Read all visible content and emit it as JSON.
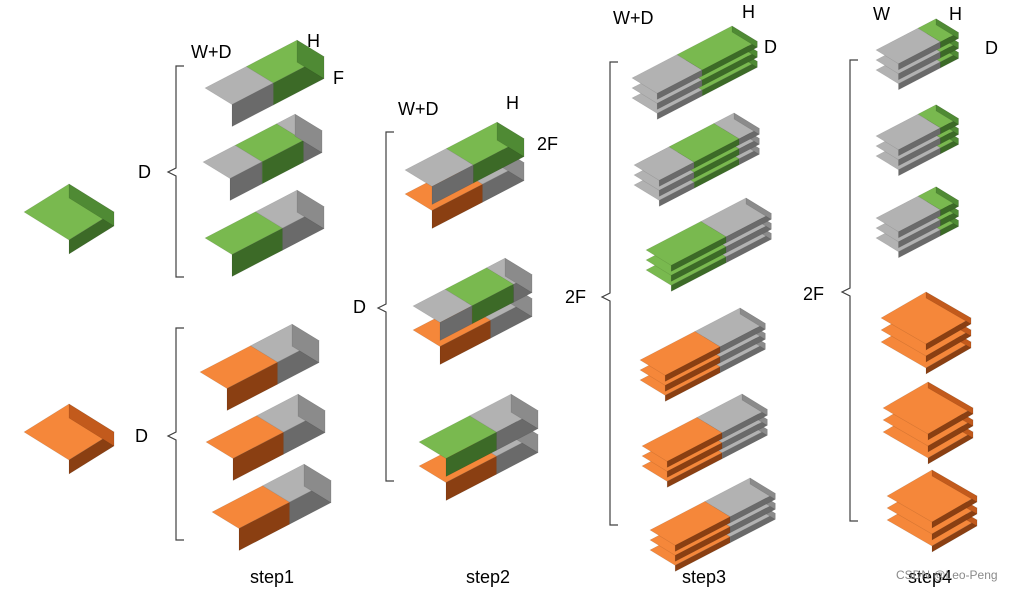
{
  "colors": {
    "green": [
      "#79b94f",
      "#4f8a34",
      "#3c6a27"
    ],
    "gray": [
      "#b2b2b2",
      "#8b8b8b",
      "#6a6a6a"
    ],
    "orange": [
      "#f5873a",
      "#c25a1c",
      "#8a3f12"
    ]
  },
  "labels": {
    "s1_wd": "W+D",
    "s1_h": "H",
    "s1_f": "F",
    "s1_d_top": "D",
    "s1_d_bot": "D",
    "s2_wd": "W+D",
    "s2_h": "H",
    "s2_2f": "2F",
    "s2_d": "D",
    "s3_wd": "W+D",
    "s3_h": "H",
    "s3_d": "D",
    "s3_2f": "2F",
    "s4_w": "W",
    "s4_h": "H",
    "s4_d": "D",
    "s4_2f": "2F"
  },
  "steps": [
    "step1",
    "step2",
    "step3",
    "step4"
  ],
  "watermark": "CSDN @Leo-Peng"
}
